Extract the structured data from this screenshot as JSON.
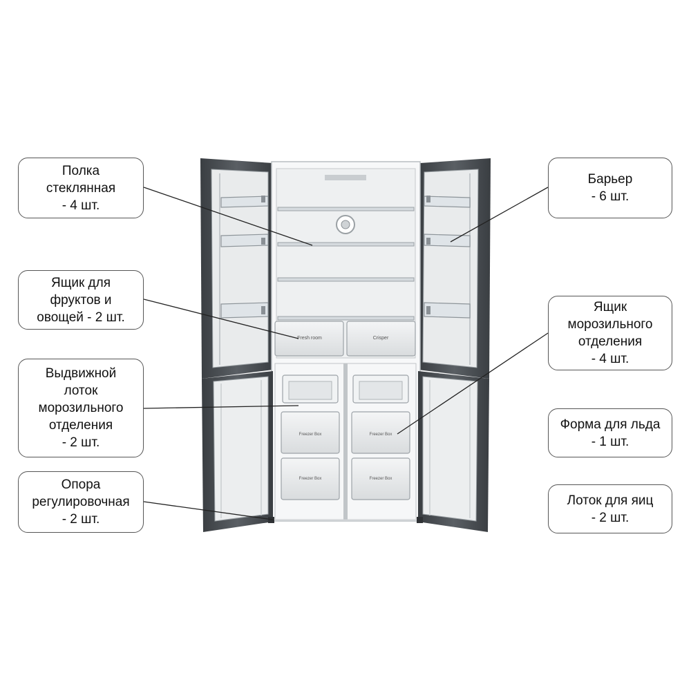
{
  "callouts": {
    "glass_shelf": "Полка\nстеклянная\n- 4 шт.",
    "barrier": "Барьер\n- 6 шт.",
    "crisper_box": "Ящик для\nфруктов и\nовощей - 2 шт.",
    "freezer_box": "Ящик\nморозильного\nотделения\n- 4 шт.",
    "freezer_tray": "Выдвижной\nлоток\nморозильного\nотделения\n- 2 шт.",
    "ice_tray": "Форма для льда\n- 1 шт.",
    "adjust_foot": "Опора\nрегулировочная\n- 2 шт.",
    "egg_tray": "Лоток для яиц\n- 2 шт."
  },
  "drawer_labels": {
    "fresh_room": "Fresh room",
    "crisper": "Crisper",
    "freezer_box_1": "Freezer Box",
    "freezer_box_2": "Freezer Box",
    "freezer_box_3": "Freezer Box",
    "freezer_box_4": "Freezer Box"
  },
  "colors": {
    "door_dark": "#4b4f53",
    "interior": "#eef0f1",
    "line": "#222222"
  }
}
